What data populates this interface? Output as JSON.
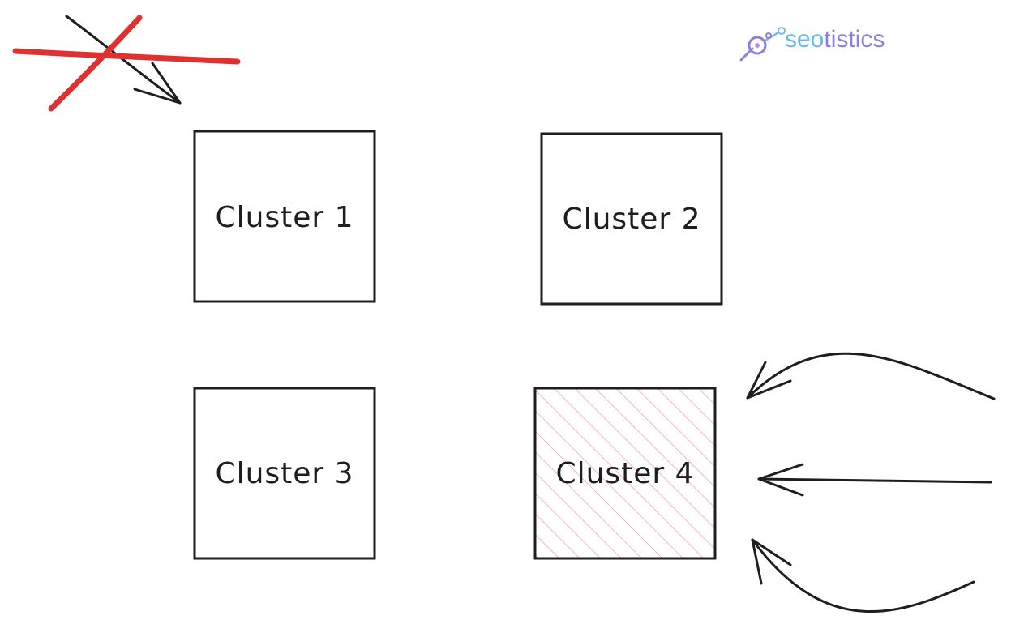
{
  "logo": {
    "brand_part1": "seo",
    "brand_part2": "tistics",
    "colors": {
      "seo": "#6cb9e8",
      "rest": "#8c7fd6"
    }
  },
  "clusters": [
    {
      "label": "Cluster 1",
      "highlighted": false
    },
    {
      "label": "Cluster 2",
      "highlighted": false
    },
    {
      "label": "Cluster 3",
      "highlighted": false
    },
    {
      "label": "Cluster 4",
      "highlighted": true
    }
  ],
  "colors": {
    "stroke": "#1e1e1e",
    "cross": "#e03131",
    "hatch": "#f4b6c6"
  }
}
